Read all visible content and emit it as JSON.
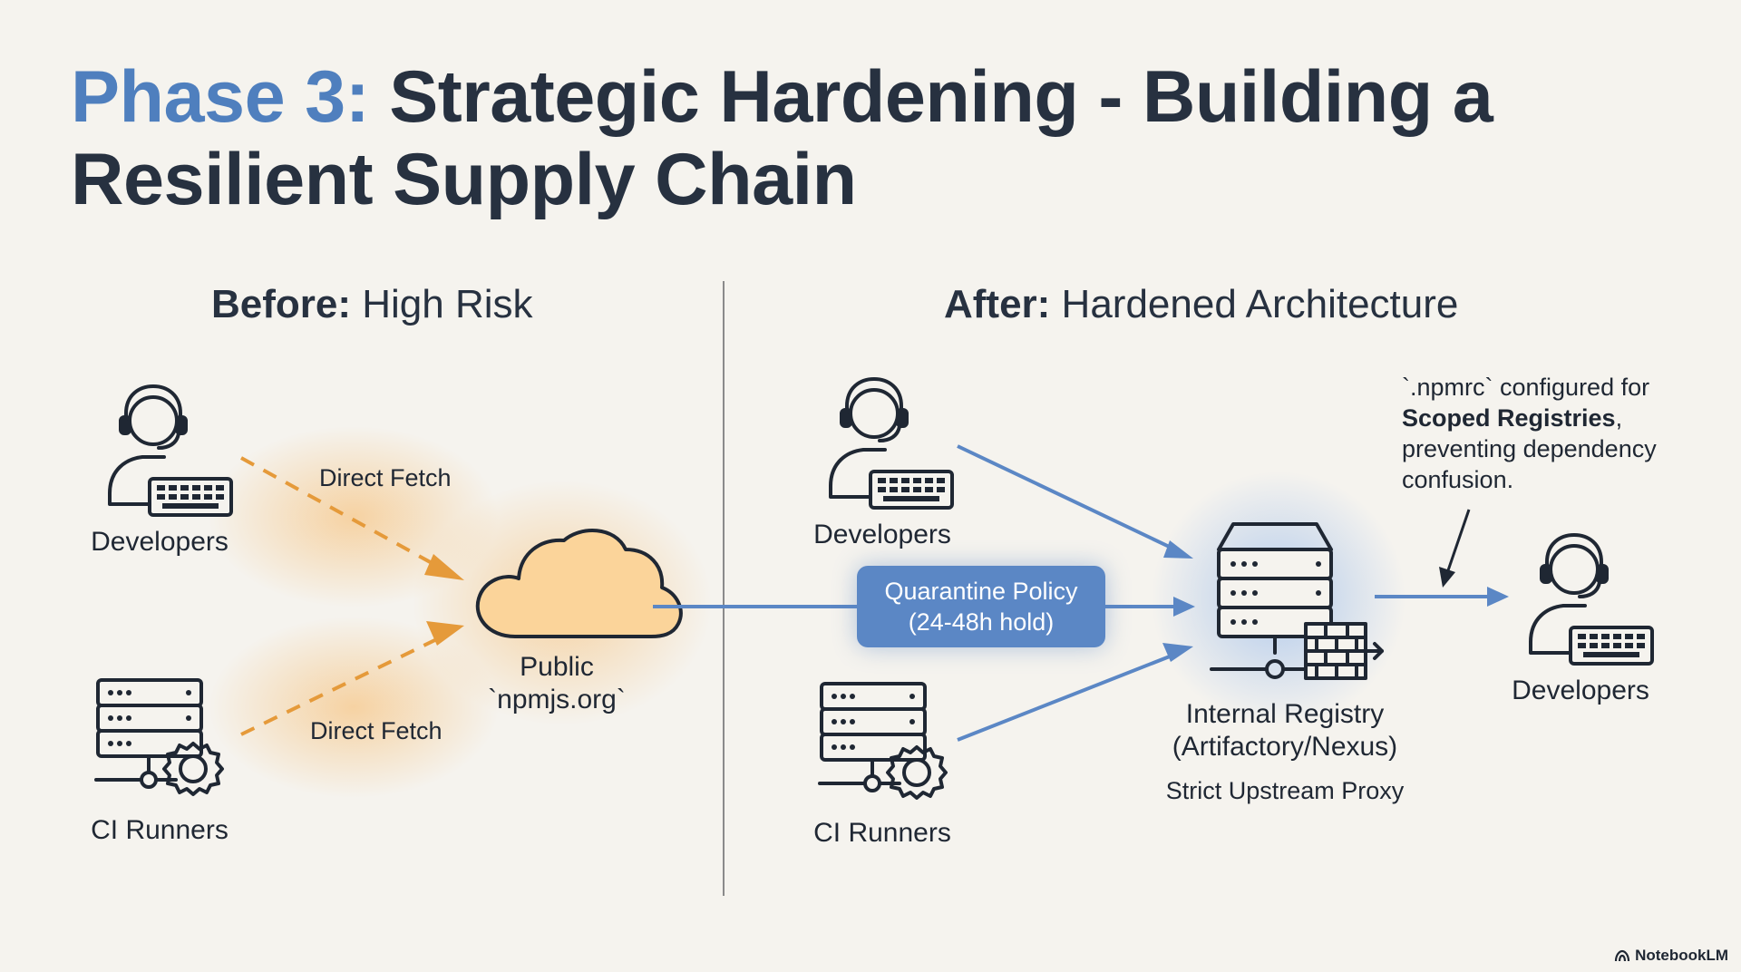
{
  "title": {
    "accent": "Phase 3:",
    "rest": " Strategic Hardening - Building a Resilient Supply Chain"
  },
  "before": {
    "heading_bold": "Before:",
    "heading_rest": " High Risk",
    "developers_label": "Developers",
    "ci_runners_label": "CI Runners",
    "fetch_label_top": "Direct Fetch",
    "fetch_label_bottom": "Direct Fetch",
    "registry_label_line1": "Public",
    "registry_label_line2": "`npmjs.org`"
  },
  "after": {
    "heading_bold": "After:",
    "heading_rest": " Hardened Architecture",
    "developers_label": "Developers",
    "ci_runners_label": "CI Runners",
    "policy_line1": "Quarantine Policy",
    "policy_line2": "(24-48h hold)",
    "internal_registry_line1": "Internal Registry",
    "internal_registry_line2": "(Artifactory/Nexus)",
    "internal_registry_sub": "Strict Upstream Proxy",
    "consumers_label": "Developers",
    "note_line1": "`.npmrc` configured for",
    "note_bold": "Scoped Registries",
    "note_after_bold": ",",
    "note_line3": "preventing dependency confusion."
  },
  "brand": "NotebookLM",
  "colors": {
    "accent_blue": "#4f7fbe",
    "arrow_blue": "#5b87c5",
    "arrow_orange": "#e59a3a",
    "cloud_fill": "#fbd49a",
    "title_dark": "#273140"
  },
  "icons": [
    "developer-headset-icon",
    "ci-runner-server-gear-icon",
    "cloud-icon",
    "server-firewall-icon",
    "notebooklm-logo-icon"
  ]
}
